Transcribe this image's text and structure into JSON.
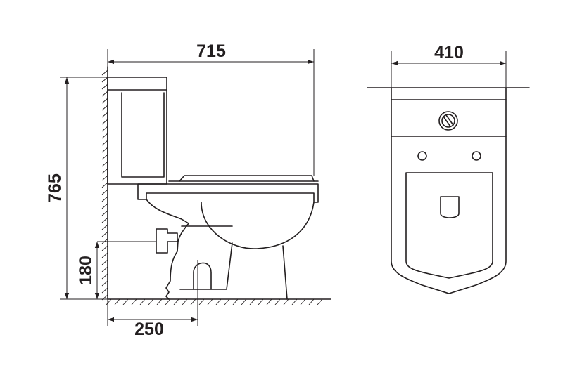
{
  "dimensions": {
    "total_length": "715",
    "total_height": "765",
    "width": "410",
    "outlet_height": "180",
    "wall_to_outlet": "250"
  },
  "colors": {
    "line": "#231f20",
    "background": "#ffffff"
  }
}
